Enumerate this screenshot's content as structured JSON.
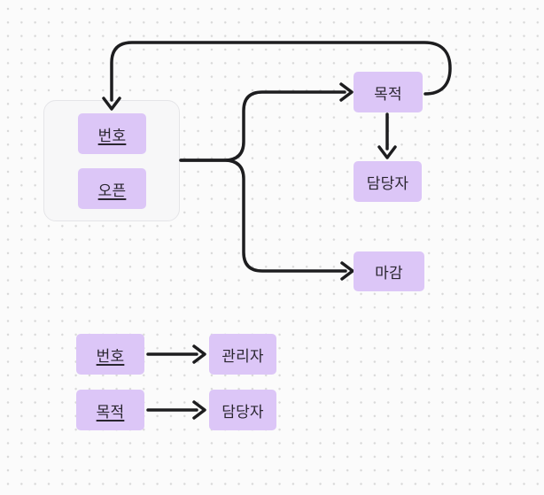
{
  "canvas": {
    "type": "whiteboard-diagram",
    "background_color": "#fbfbfb",
    "grid_dot_color": "#d8d8d8",
    "connector_color": "#1d1d1f",
    "node_fill_color": "#dcc6f7",
    "node_text_color": "#2a2630",
    "group_fill_color": "#f7f7f8",
    "group_border_color": "#e5e5e8"
  },
  "diagram": {
    "group": {
      "id": "entity-group",
      "members": [
        "번호",
        "오픈"
      ]
    },
    "nodes": [
      {
        "id": "group-beonho",
        "label": "번호",
        "underlined": true
      },
      {
        "id": "group-open",
        "label": "오픈",
        "underlined": true
      },
      {
        "id": "mokjeok-top",
        "label": "목적",
        "underlined": false
      },
      {
        "id": "damdangja-top",
        "label": "담당자",
        "underlined": false
      },
      {
        "id": "magam",
        "label": "마감",
        "underlined": false
      },
      {
        "id": "beonho-bottom",
        "label": "번호",
        "underlined": true
      },
      {
        "id": "gwanrija",
        "label": "관리자",
        "underlined": false
      },
      {
        "id": "mokjeok-bottom",
        "label": "목적",
        "underlined": true
      },
      {
        "id": "damdangja-bottom",
        "label": "담당자",
        "underlined": false
      }
    ],
    "edges": [
      {
        "from": "entity-group",
        "to": "mokjeok-top",
        "style": "elbow-arrow"
      },
      {
        "from": "entity-group",
        "to": "magam",
        "style": "elbow-arrow"
      },
      {
        "from": "mokjeok-top",
        "to": "entity-group",
        "style": "loop-over-top-arrow"
      },
      {
        "from": "mokjeok-top",
        "to": "damdangja-top",
        "style": "straight-arrow"
      },
      {
        "from": "beonho-bottom",
        "to": "gwanrija",
        "style": "straight-arrow"
      },
      {
        "from": "mokjeok-bottom",
        "to": "damdangja-bottom",
        "style": "straight-arrow"
      }
    ]
  }
}
